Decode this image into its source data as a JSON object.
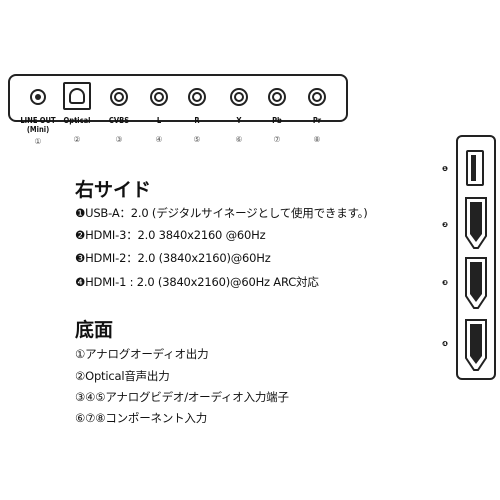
{
  "bottom_panel": {
    "ports": [
      {
        "label": "LINE OUT\n(Mini)",
        "num": "①",
        "icon": "mini-jack-icon"
      },
      {
        "label": "Optical",
        "num": "②",
        "icon": "optical-port-icon"
      },
      {
        "label": "CVBS",
        "num": "③",
        "icon": "rca-jack-icon"
      },
      {
        "label": "L",
        "num": "④",
        "icon": "rca-jack-icon"
      },
      {
        "label": "R",
        "num": "⑤",
        "icon": "rca-jack-icon"
      },
      {
        "label": "Y",
        "num": "⑥",
        "icon": "rca-jack-icon"
      },
      {
        "label": "Pb",
        "num": "⑦",
        "icon": "rca-jack-icon"
      },
      {
        "label": "Pr",
        "num": "⑧",
        "icon": "rca-jack-icon"
      }
    ]
  },
  "side_panel": {
    "ports": [
      {
        "num": "❶",
        "icon": "usb-a-icon"
      },
      {
        "num": "❷",
        "icon": "hdmi-port-icon"
      },
      {
        "num": "❸",
        "icon": "hdmi-port-icon"
      },
      {
        "num": "❹",
        "icon": "hdmi-port-icon"
      }
    ]
  },
  "right_side": {
    "title": "右サイド",
    "lines": [
      "❶USB-A：2.0 (デジタルサイネージとして使用できます。)",
      "❷HDMI-3：2.0 3840x2160 @60Hz",
      "❸HDMI-2：2.0 (3840x2160)@60Hz",
      "❹HDMI-1 : 2.0 (3840x2160)@60Hz ARC対応"
    ]
  },
  "bottom_side": {
    "title": "底面",
    "lines": [
      "①アナログオーディオ出力",
      "②Optical音声出力",
      "③④⑤アナログビデオ/オーディオ入力端子",
      "⑥⑦⑧コンポーネント入力"
    ]
  }
}
